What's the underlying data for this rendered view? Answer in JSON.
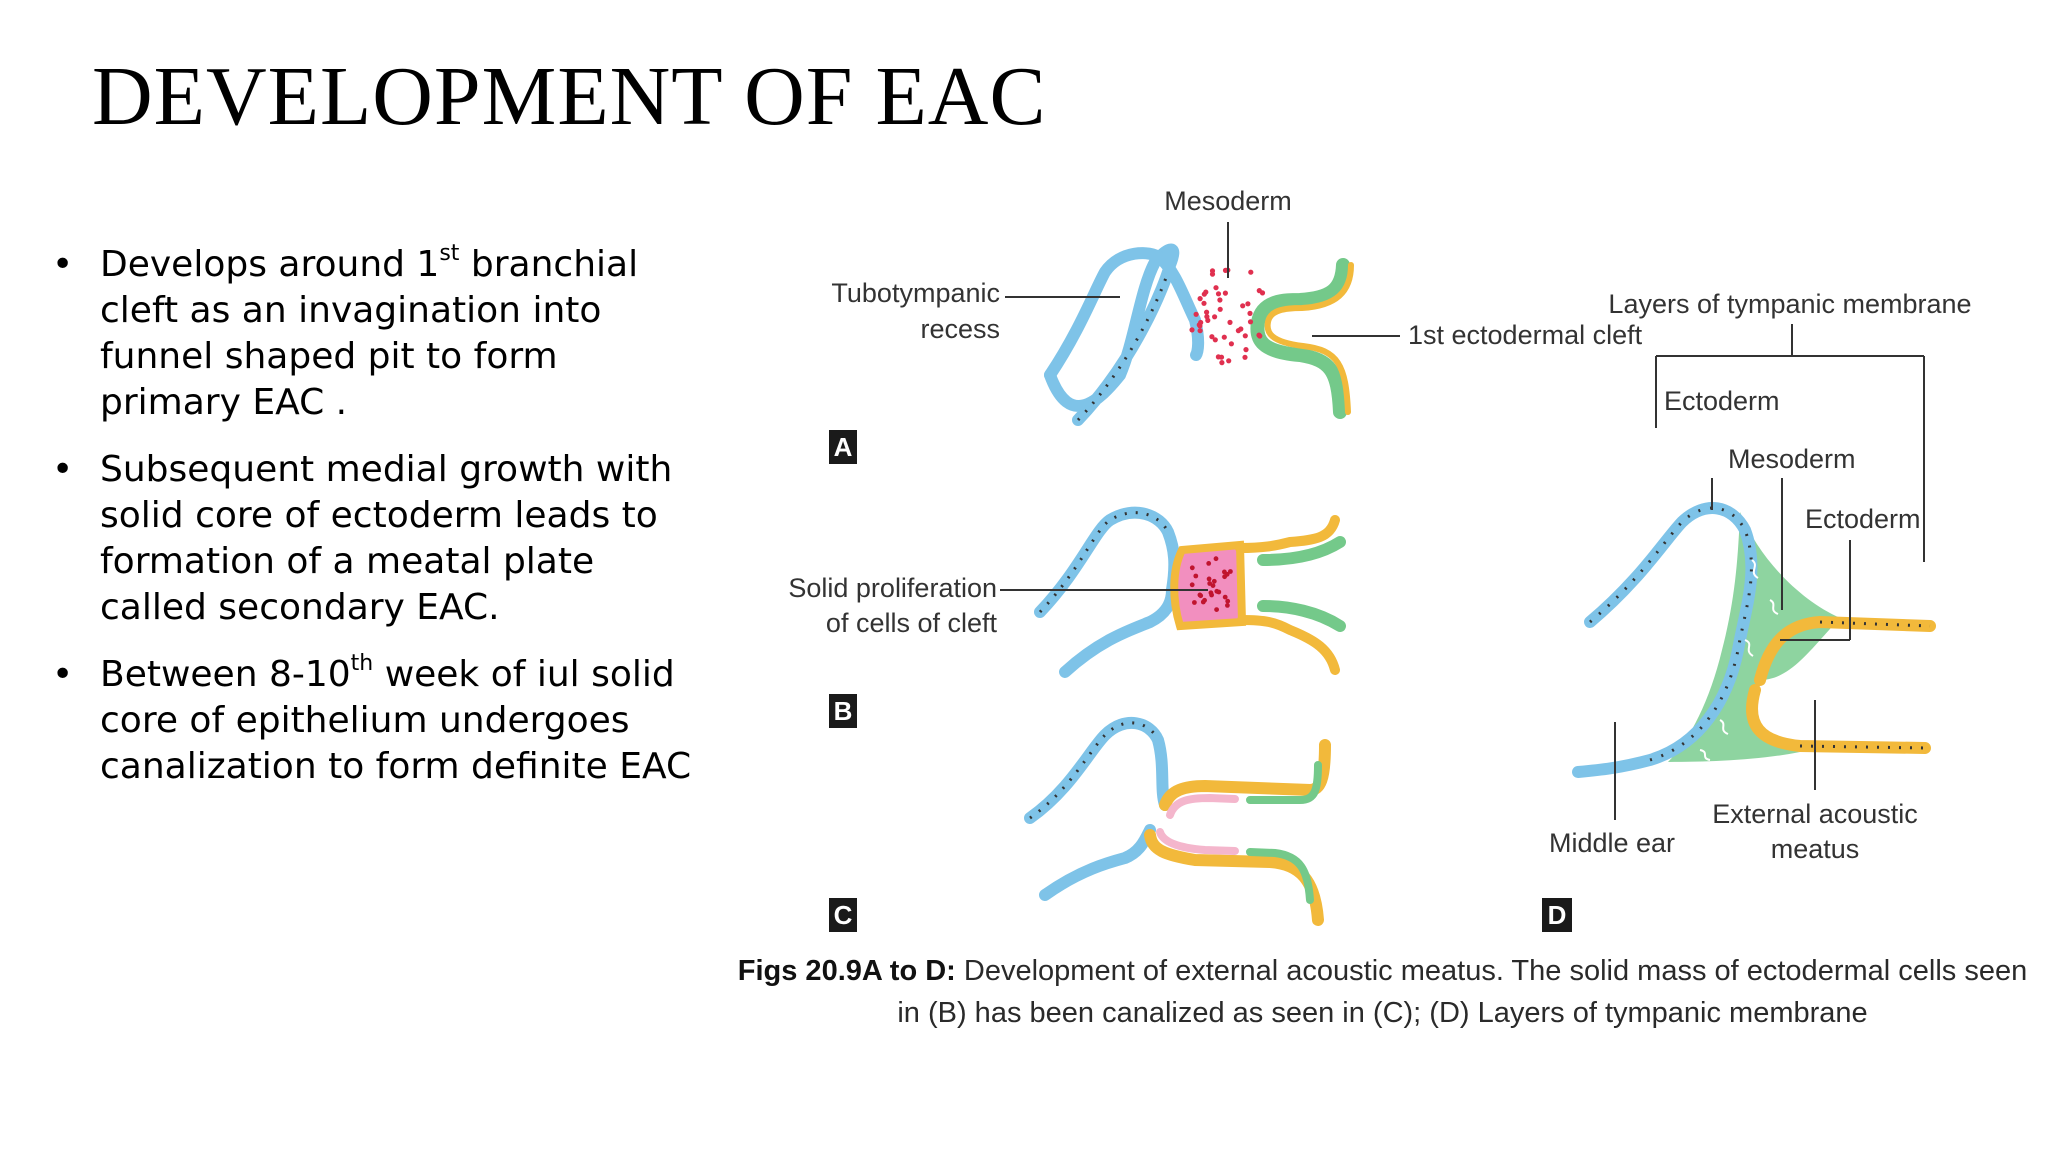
{
  "slide": {
    "title": "DEVELOPMENT OF EAC",
    "bullets": [
      {
        "pre": "Develops around  1",
        "sup": "st",
        "post": " branchial cleft as an invagination into funnel shaped pit to form primary EAC ."
      },
      {
        "pre": "Subsequent medial growth with solid core of ectoderm leads to formation of a meatal plate called secondary EAC.",
        "sup": "",
        "post": ""
      },
      {
        "pre": "Between  8-10",
        "sup": "th",
        "post": " week of iul solid core of epithelium undergoes canalization to form definite EAC"
      }
    ]
  },
  "figure": {
    "labels": {
      "mesoderm_a": "Mesoderm",
      "tubotympanic_1": "Tubotympanic",
      "tubotympanic_2": "recess",
      "ectodermal_cleft": "1st ectodermal cleft",
      "solid_prolif_1": "Solid proliferation",
      "solid_prolif_2": "of cells of cleft",
      "layers_tm": "Layers of tympanic membrane",
      "ectoderm_outer": "Ectoderm",
      "mesoderm_d": "Mesoderm",
      "ectoderm_inner": "Ectoderm",
      "middle_ear": "Middle ear",
      "eam_1": "External acoustic",
      "eam_2": "meatus"
    },
    "panels": [
      "A",
      "B",
      "C",
      "D"
    ],
    "caption_bold": "Figs 20.9A to D:",
    "caption_text": " Development of external acoustic meatus. The solid mass of ectodermal cells seen in (B) has been canalized as seen in (C); (D) Layers of tympanic membrane",
    "colors": {
      "endoderm_blue": "#7ec3e8",
      "ectoderm_orange": "#f2b93b",
      "ectoderm_green": "#74c98a",
      "mesoderm_red": "#e0304f",
      "core_pink": "#f28fbf",
      "lining_pink": "#f4b6cc",
      "mesoderm_green_fill": "#82cf96"
    }
  }
}
